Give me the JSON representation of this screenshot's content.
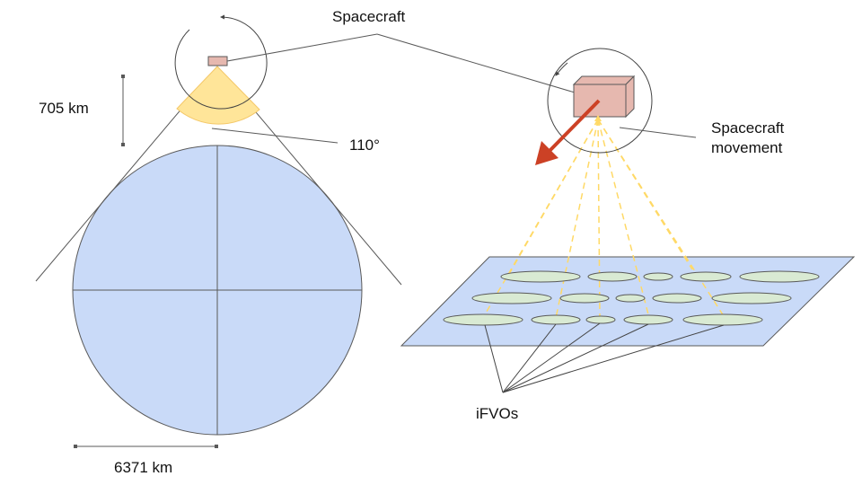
{
  "labels": {
    "spacecraft": "Spacecraft",
    "altitude": "705 km",
    "angle": "110°",
    "movement_line1": "Spacecraft",
    "movement_line2": "movement",
    "earth_radius": "6371 km",
    "ifvos": "iFVOs"
  },
  "colors": {
    "earth_fill": "#c9daf8",
    "sector_fill": "#ffe599",
    "sector_stroke": "#f4c869",
    "spacecraft_fill": "#e6b8af",
    "plane_fill": "#c9daf8",
    "ifvo_fill": "#d9ead3",
    "beam_dash": "#ffd966",
    "arrow": "#cc4125",
    "line": "#595959"
  },
  "icons": {
    "orbit_arrow": "rotation-arrow-icon",
    "movement_arrow": "movement-arrow-icon"
  }
}
